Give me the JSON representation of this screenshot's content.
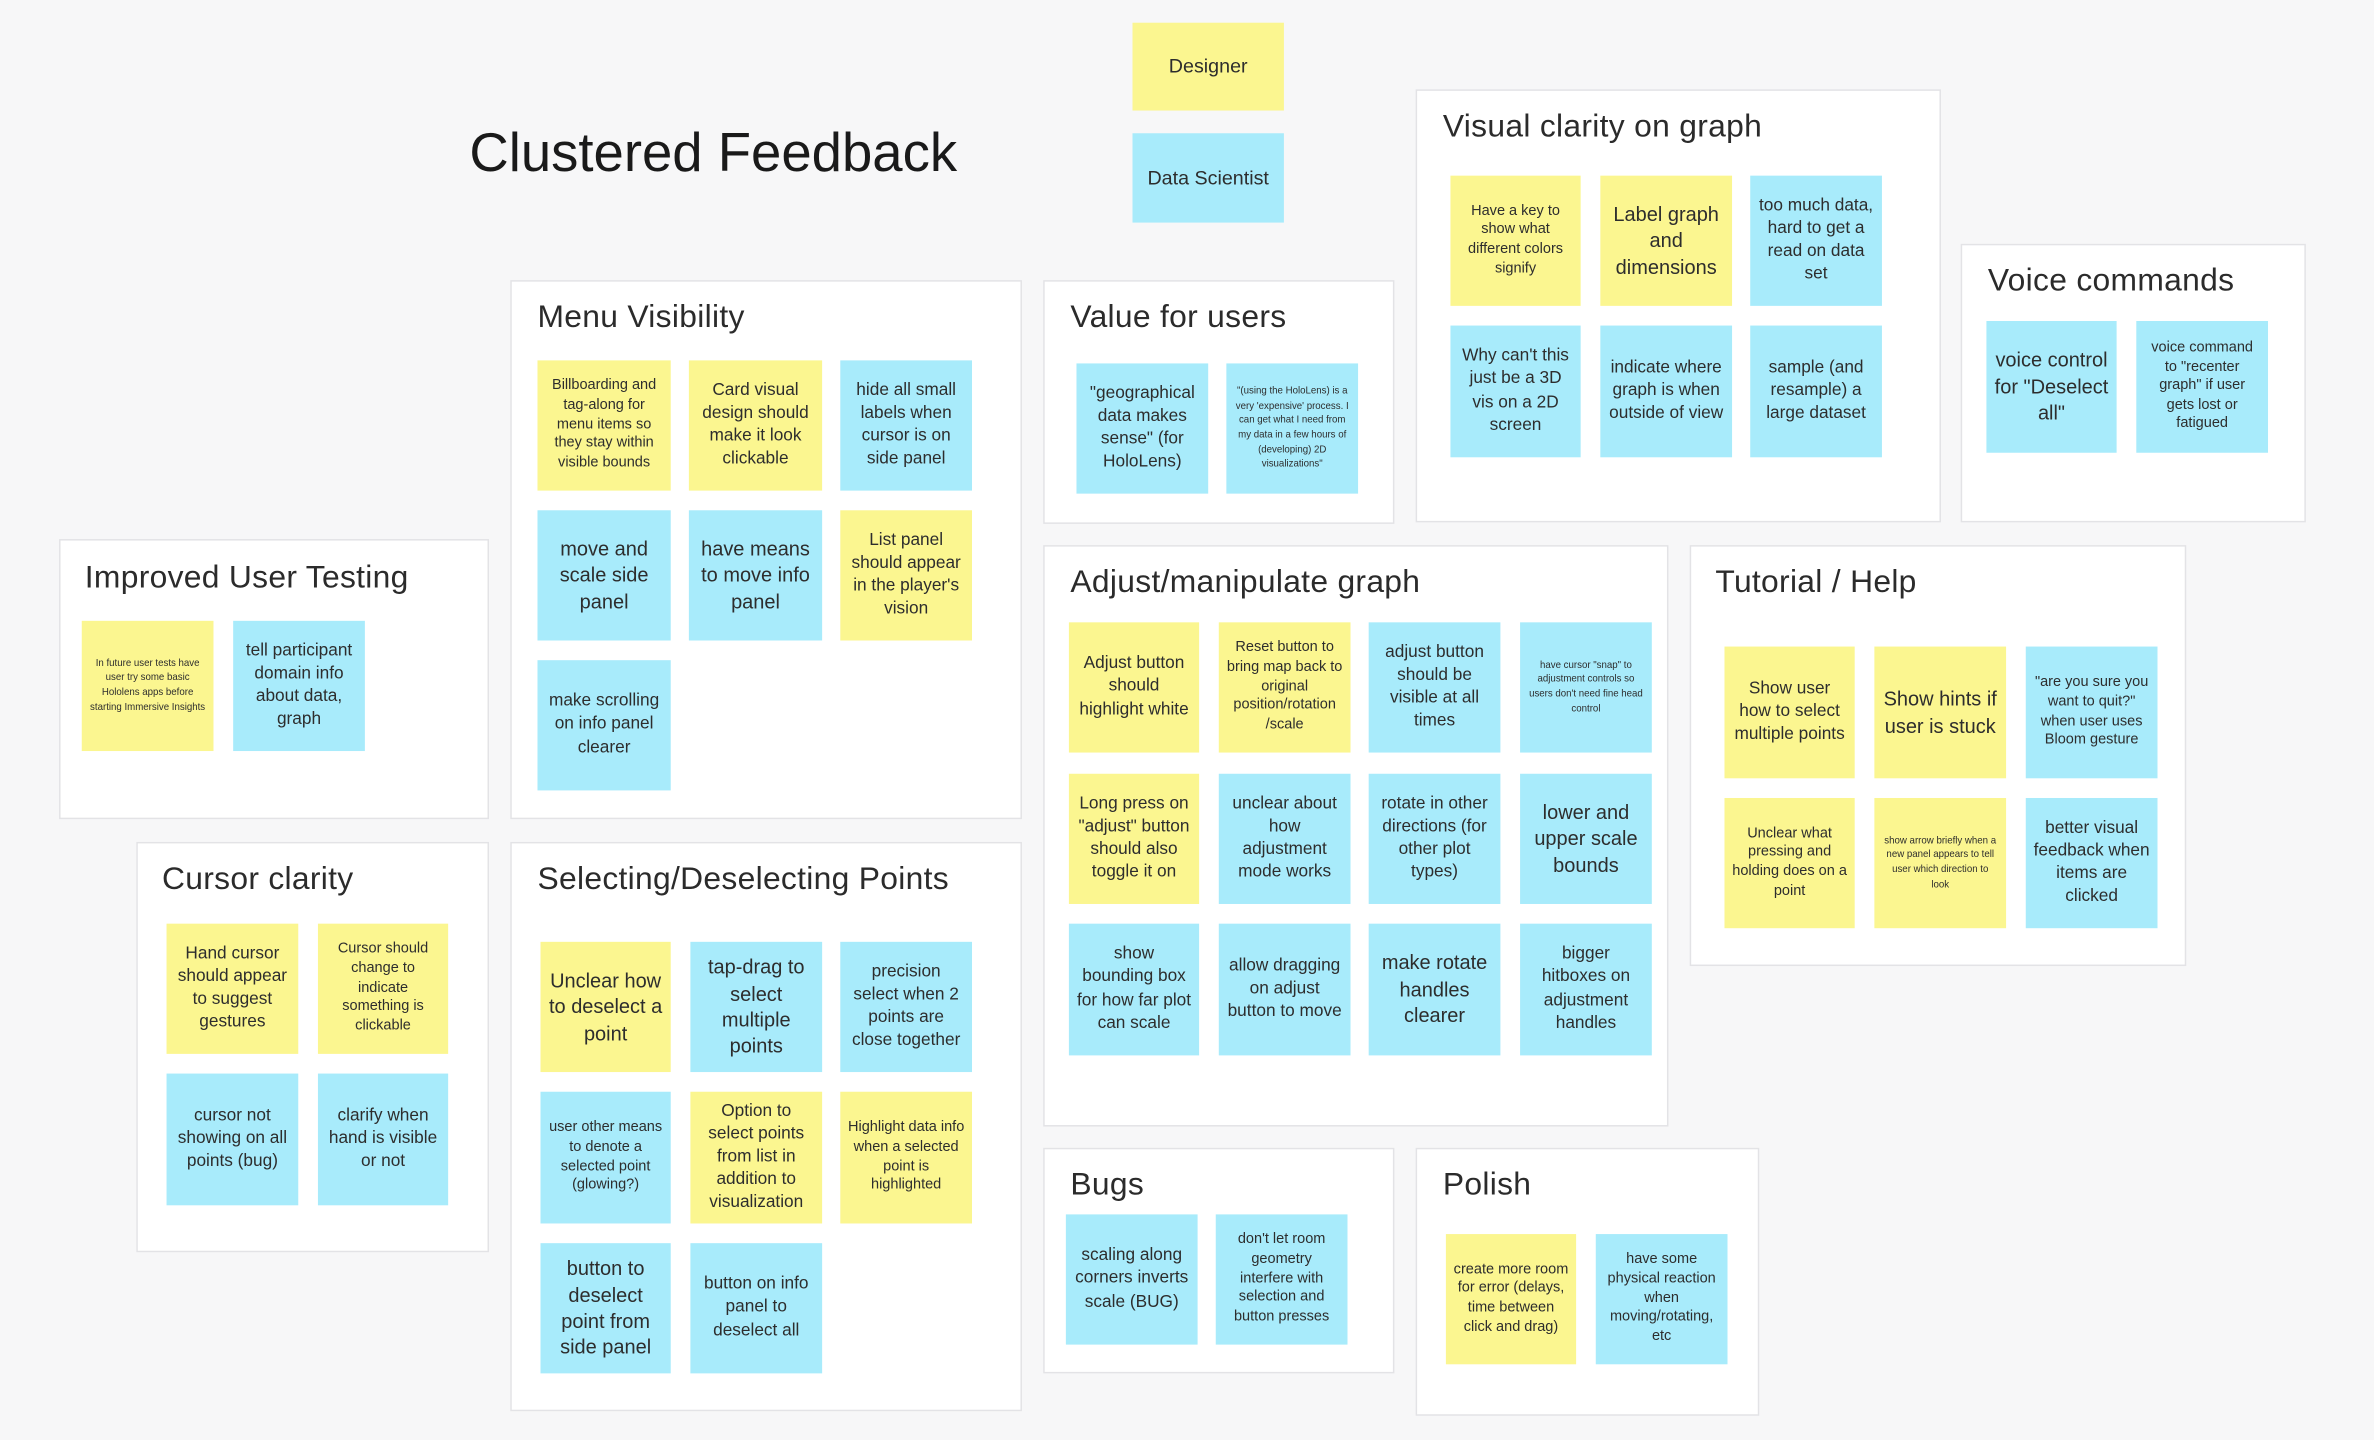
{
  "board": {
    "title": "Clustered Feedback",
    "legend": [
      {
        "label": "Designer",
        "color": "#fbf690"
      },
      {
        "label": "Data Scientist",
        "color": "#a8ebfb"
      }
    ],
    "colors": {
      "designer": "#fbf690",
      "data_scientist": "#a8ebfb",
      "background": "#f7f7f8",
      "frame": "#ffffff"
    }
  },
  "clusters": {
    "menu_visibility": {
      "title": "Menu Visibility",
      "notes": [
        "Billboarding and tag-along for menu items so they stay within visible bounds",
        "Card visual design should make it look clickable",
        "hide all small labels when cursor is on side panel",
        "move and scale side panel",
        "have means to move info panel",
        "List panel should appear in the player's vision",
        "make scrolling on info panel clearer"
      ]
    },
    "value_for_users": {
      "title": "Value for users",
      "notes": [
        "\"geographical data makes sense\" (for HoloLens)",
        "\"(using the HoloLens) is a very 'expensive' process. I can get what I need from my data in a few hours of (developing) 2D visualizations\""
      ]
    },
    "visual_clarity": {
      "title": "Visual clarity on graph",
      "notes": [
        "Have a key to show what different colors signify",
        "Label graph and dimensions",
        "too much data, hard to get a read on data set",
        "Why can't this just be a 3D vis on a 2D screen",
        "indicate where graph is when outside of view",
        "sample (and resample) a large dataset"
      ]
    },
    "voice_commands": {
      "title": "Voice commands",
      "notes": [
        "voice control for \"Deselect all\"",
        "voice command to \"recenter graph\" if user gets lost or fatigued"
      ]
    },
    "improved_testing": {
      "title": "Improved User Testing",
      "notes": [
        "In future user tests have user try some basic Hololens apps before starting Immersive Insights",
        "tell participant domain info about data, graph"
      ]
    },
    "adjust_graph": {
      "title": "Adjust/manipulate graph",
      "notes": [
        "Adjust button should highlight white",
        "Reset button to bring map back to original position/rotation /scale",
        "adjust button should be visible at all times",
        "have cursor \"snap\" to adjustment controls so users don't need fine head control",
        "Long press on \"adjust\" button should also toggle it on",
        "unclear about how adjustment mode works",
        "rotate in other directions (for other plot types)",
        "lower and upper scale bounds",
        "show bounding box for how far plot can scale",
        "allow dragging on adjust button to move",
        "make rotate handles clearer",
        "bigger hitboxes on adjustment handles"
      ]
    },
    "tutorial_help": {
      "title": "Tutorial / Help",
      "notes": [
        "Show user how to select multiple points",
        "Show hints if user is stuck",
        "\"are you sure you want to quit?\" when user uses Bloom gesture",
        "Unclear what pressing and holding does on a point",
        "show arrow briefly when a new panel appears to tell user which direction to look",
        "better visual feedback when items are clicked"
      ]
    },
    "cursor_clarity": {
      "title": "Cursor clarity",
      "notes": [
        "Hand cursor should appear to suggest gestures",
        "Cursor should change to indicate something is clickable",
        "cursor not showing on all points (bug)",
        "clarify when hand is visible or not"
      ]
    },
    "selecting_points": {
      "title": "Selecting/Deselecting Points",
      "notes": [
        "Unclear how to deselect a point",
        "tap-drag to select multiple points",
        "precision select when 2 points are close together",
        "user other means to denote a selected point (glowing?)",
        "Option to select points from list in addition to visualization",
        "Highlight data info when a selected point is highlighted",
        "button to deselect point from side panel",
        "button on info panel to deselect all"
      ]
    },
    "bugs": {
      "title": "Bugs",
      "notes": [
        "scaling along corners inverts scale (BUG)",
        "don't let room geometry interfere with selection and button presses"
      ]
    },
    "polish": {
      "title": "Polish",
      "notes": [
        "create more room for error (delays, time between click and drag)",
        "have some physical reaction when moving/rotating, etc"
      ]
    }
  }
}
